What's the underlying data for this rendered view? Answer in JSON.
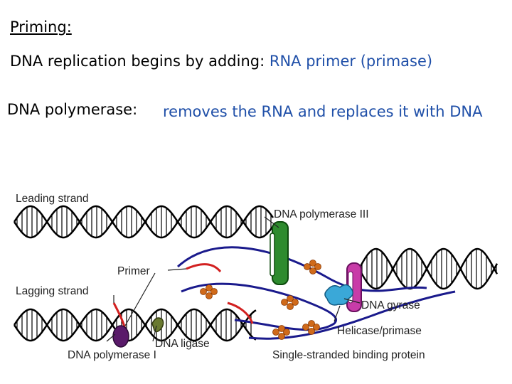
{
  "slide": {
    "heading": "Priming:",
    "line1": {
      "prompt": "DNA replication begins by adding:",
      "answer": "RNA primer (primase)"
    },
    "line2": {
      "prompt": "DNA polymerase:",
      "answer": "removes the RNA and replaces it with DNA"
    }
  },
  "diagram": {
    "labels": {
      "leading_strand": "Leading strand",
      "lagging_strand": "Lagging strand",
      "primer": "Primer",
      "dna_polymerase_3": "DNA polymerase III",
      "dna_gyrase": "DNA gyrase",
      "helicase_primase": "Helicase/primase",
      "dna_ligase": "DNA ligase",
      "dna_polymerase_1": "DNA polymerase I",
      "ssb_protein": "Single-stranded binding protein"
    },
    "colors": {
      "strand": "#000000",
      "new_strand": "#1a1a8c",
      "primer": "#d22020",
      "polymerase3": "#2e8b2e",
      "gyrase": "#c83ca8",
      "helicase": "#3aa8d8",
      "ssb": "#d06a1a",
      "polymerase1": "#5a1a6a",
      "ligase": "#6a7a30"
    }
  }
}
